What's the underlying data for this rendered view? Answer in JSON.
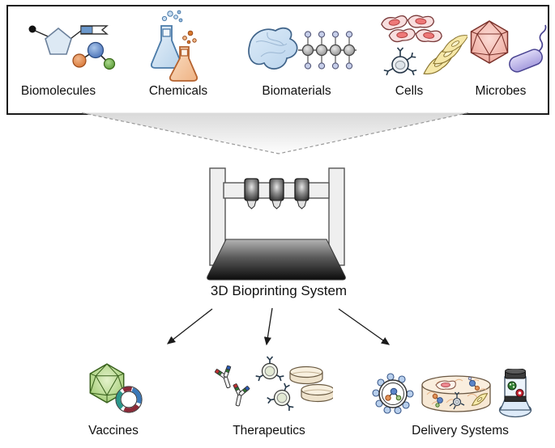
{
  "figure": {
    "kind": "3d-bioprinting-overview-diagram",
    "inputs_box": {
      "items": [
        {
          "label": "Biomolecules",
          "icon": "nucleotide-and-molecule-icon"
        },
        {
          "label": "Chemicals",
          "icon": "flasks-icon"
        },
        {
          "label": "Biomaterials",
          "icon": "hydrogel-and-polymer-icon"
        },
        {
          "label": "Cells",
          "icon": "cells-icon"
        },
        {
          "label": "Microbes",
          "icon": "virus-and-bacterium-icon"
        }
      ]
    },
    "system": {
      "label": "3D Bioprinting System",
      "icon": "bioprinter-icon"
    },
    "outputs": {
      "items": [
        {
          "label": "Vaccines",
          "icon": "virus-capsid-and-plasmid-icon"
        },
        {
          "label": "Therapeutics",
          "icon": "antibodies-nanoparticles-tablets-icon"
        },
        {
          "label": "Delivery Systems",
          "icon": "liposome-scaffold-canister-icon"
        }
      ]
    },
    "colors": {
      "box_border": "#1a1a1a",
      "arrow": "#1a1a1a",
      "funnel_top": "#d9d9d9",
      "funnel_dash": "#999999",
      "flask_blue": "#c9ddf1",
      "flask_orange": "#f6cda4",
      "hydrogel_blue": "#cfe1f2",
      "cell_pink": "#f8dede",
      "fibroblast_yellow": "#f6e8a8",
      "virus_red": "#f5c2ba",
      "bacterium_purple": "#bdb5e8",
      "vaccine_virus_green": "#b5d98a",
      "plasmid_blue": "#3a78b8",
      "plasmid_maroon": "#8a2a38",
      "plasmid_teal": "#2a968a",
      "tablet_cream": "#f5ecda",
      "liposome_blue": "#b8cfec",
      "dish_peach": "#f7e8d4"
    }
  }
}
